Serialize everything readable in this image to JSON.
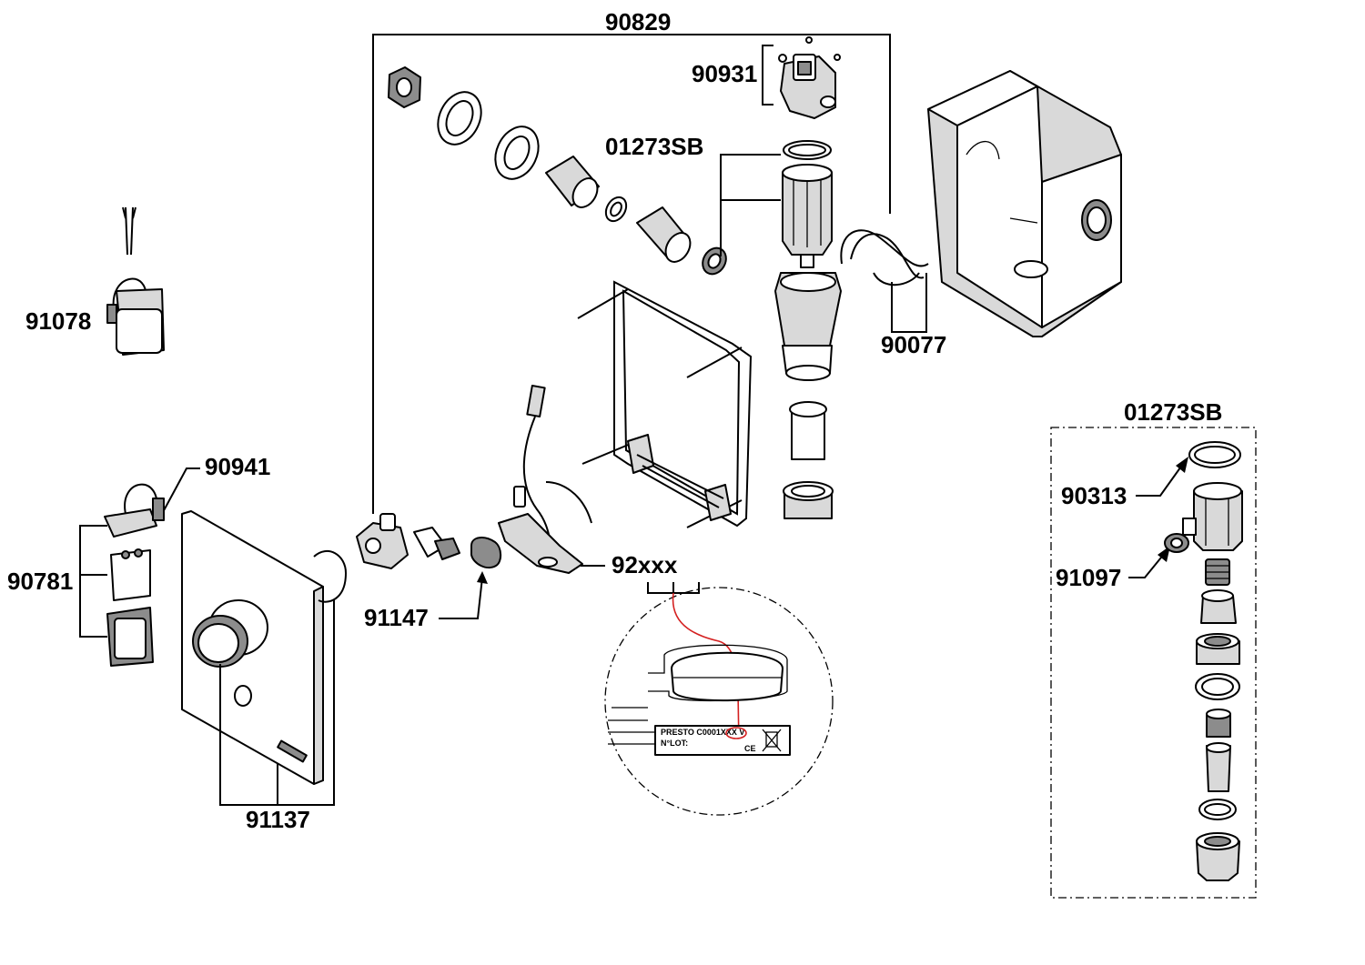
{
  "callouts": {
    "assembly_top": "90829",
    "electrovalve": "90931",
    "cartridge_main": "01273SB",
    "cable_hook": "90077",
    "battery_holder": "91078",
    "connector": "90941",
    "battery_pack": "90781",
    "front_plate": "91137",
    "sensor_cap": "91147",
    "electronics": "92xxx",
    "cartridge_detail": "01273SB",
    "o_ring": "90313",
    "seal": "91097"
  },
  "label_plate": {
    "line1": "PRESTO C0001XXX V",
    "line2": "N°LOT:",
    "ce_mark": "CE"
  },
  "colors": {
    "ink": "#000000",
    "part_fill": "#d9d9d9",
    "dark_fill": "#8c8c8c",
    "highlight": "#d42020"
  }
}
